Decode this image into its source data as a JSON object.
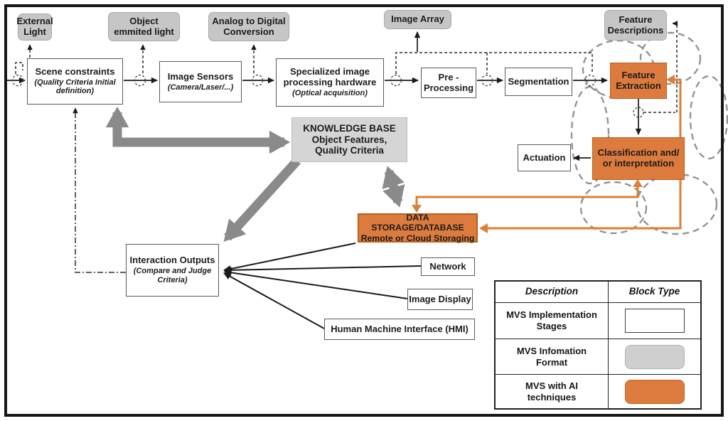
{
  "colors": {
    "orange_fill": "#DC7B3D",
    "orange_border": "#BC5E1A",
    "orange_line": "#DF7E35",
    "gray_box": "#C6C6C6",
    "knowledge_gray": "#D5D5D5",
    "thick_arrow_gray": "#8A8A8A",
    "cloud_gray": "#939393",
    "line_black": "#1A1A1A"
  },
  "boxes": {
    "external_light": {
      "label": "External\nLight"
    },
    "object_light": {
      "label": "Object\nemmited light"
    },
    "adc": {
      "label": "Analog to Digital\nConversion"
    },
    "image_array": {
      "label": "Image Array"
    },
    "feature_desc": {
      "label": "Feature\nDescriptions"
    },
    "scene": {
      "title": "Scene constraints",
      "subtitle": "(Quality Criteria Initial\ndefinition)"
    },
    "sensors": {
      "title": "Image Sensors",
      "subtitle": "(Camera/Laser/...)"
    },
    "hardware": {
      "title": "Specialized image\nprocessing hardware",
      "subtitle": "(Optical acquisition)"
    },
    "preprocessing": {
      "title": "Pre -\nProcessing"
    },
    "segmentation": {
      "title": "Segmentation"
    },
    "knowledge": {
      "label": "KNOWLEDGE BASE\nObject Features,\nQuality Criteria"
    },
    "actuation": {
      "title": "Actuation"
    },
    "feature_extraction": {
      "title": "Feature\nExtraction"
    },
    "classification": {
      "title": "Classification and/\nor interpretation"
    },
    "data_storage": {
      "title": "DATA STORAGE/DATABASE\nRemote or Cloud Storaging"
    },
    "interaction": {
      "title": "Interaction Outputs",
      "subtitle": "(Compare and Judge\nCriteria)"
    },
    "network": {
      "title": "Network"
    },
    "image_display": {
      "title": "Image Display"
    },
    "hmi": {
      "title": "Human Machine Interface (HMI)"
    }
  },
  "legend": {
    "header": {
      "description": "Description",
      "block_type": "Block Type"
    },
    "rows": [
      {
        "label": "MVS Implementation\nStages",
        "type": "white"
      },
      {
        "label": "MVS Infomation\nFormat",
        "type": "gray"
      },
      {
        "label": "MVS with AI\ntechniques",
        "type": "orange"
      }
    ]
  }
}
